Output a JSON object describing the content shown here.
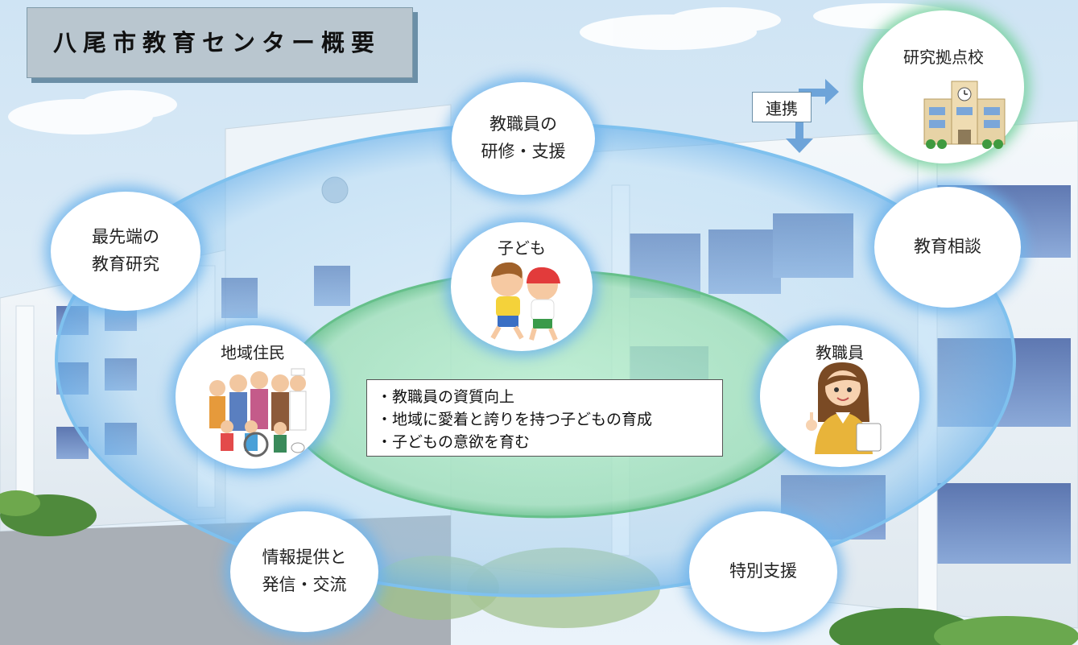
{
  "title": "八尾市教育センター概要",
  "colors": {
    "blue_glow": "#6fb4eb",
    "green_ellipse": "#9fe0b5",
    "sky": "#dcebf6"
  },
  "bubbles": {
    "training": "教職員の\n研修・支援",
    "research": "最先端の\n教育研究",
    "consultation": "教育相談",
    "info": "情報提供と\n発信・交流",
    "special_support": "特別支援",
    "research_school": "研究拠点校",
    "children": "子ども",
    "residents": "地域住民",
    "staff": "教職員"
  },
  "link_label": "連携",
  "goals": [
    "・教職員の資質向上",
    "・地域に愛着と誇りを持つ子どもの育成",
    "・子どもの意欲を育む"
  ],
  "icons": [
    "school-building-icon",
    "children-running-icon",
    "residents-group-icon",
    "teacher-icon",
    "arrow-right-icon",
    "arrow-down-icon"
  ]
}
